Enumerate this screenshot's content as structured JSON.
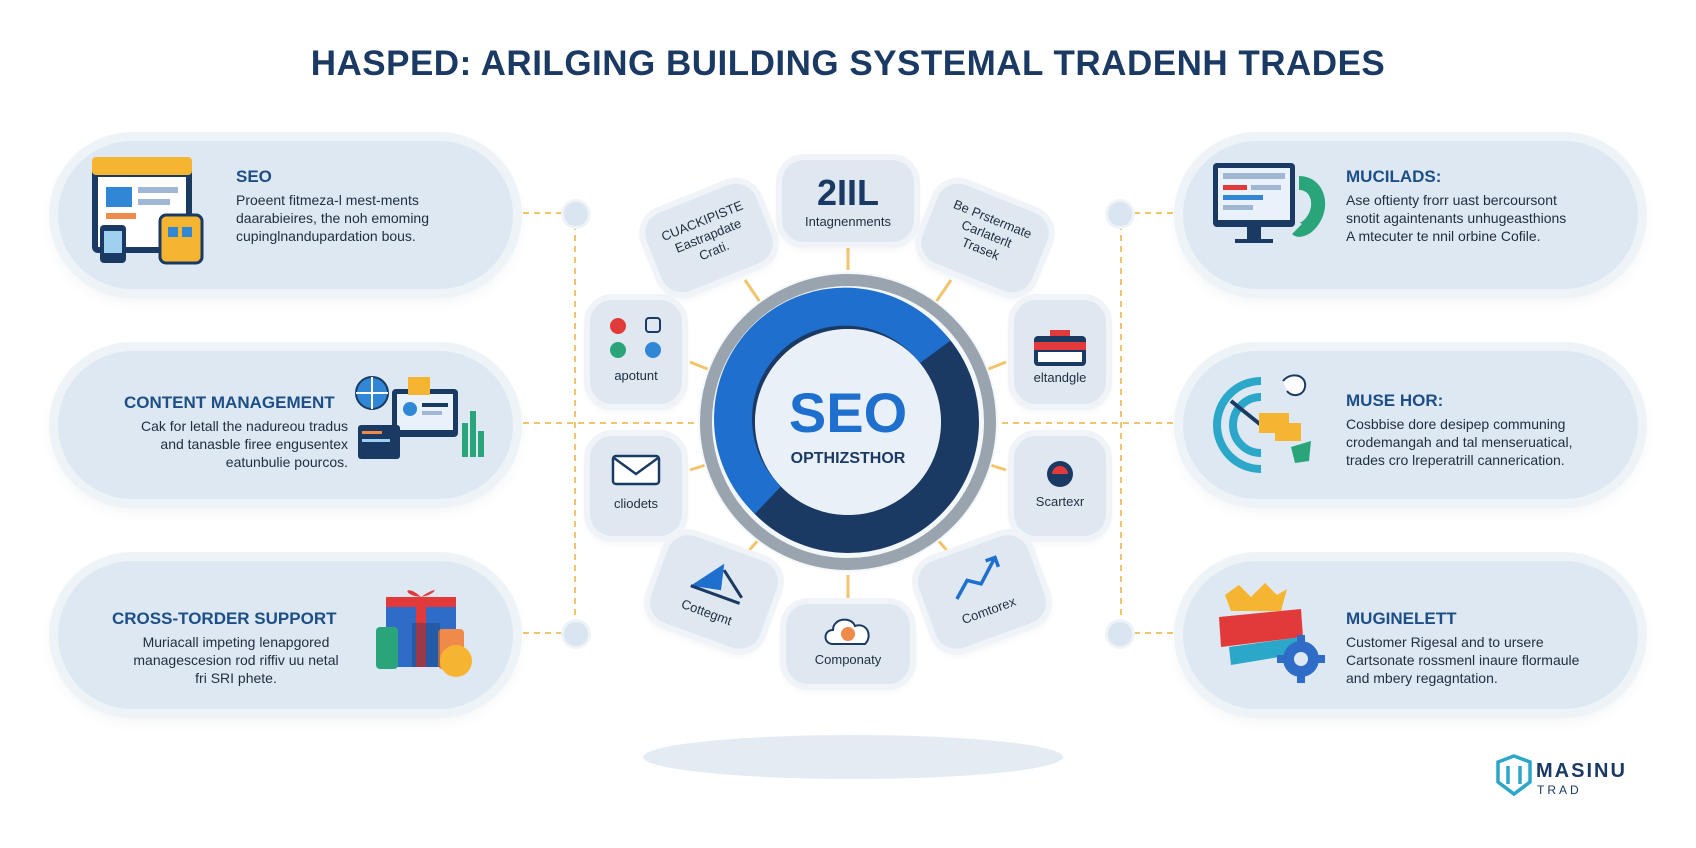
{
  "title": "HASPED: ARILGING BUILDING SYSTEMAL TRADENH TRADES",
  "left_cards": [
    {
      "title": "SEO",
      "text": "Proeent fitmeza-l mest-ments\ndaarabieires, the noh emoming\ncupinglnandupardation bous."
    },
    {
      "title": "CONTENT MANAGEMENT",
      "text": "Cak for letall the nadureou tradus\nand tanasble firee engusentex\neatunbulie pourcos."
    },
    {
      "title": "CROSS-TORDER SUPPORT",
      "text": "Muriacall impeting lenapgored\nmanagescesion rod riffiv uu netal\nfri SRI phete."
    }
  ],
  "right_cards": [
    {
      "title": "MUCILADS:",
      "text": "Ase oftienty frorr uast bercoursont\nsnotit againtenants unhugeasthions\nA mtecuter te nnil orbine Cofile."
    },
    {
      "title": "MUSE HOR:",
      "text": "Cosbbise dore desipep communing\ncrodemangah and tal menseruatical,\ntrades cro lreperatrill cannerication."
    },
    {
      "title": "MUGINELETT",
      "text": "Customer Rigesal and to ursere\nCartsonate rossmenl inaure flormaule\nand mbery regagntation."
    }
  ],
  "hub": {
    "title": "SEO",
    "subtitle": "OPTHIZSTHOR"
  },
  "petals": {
    "top_big": "2IIL",
    "top_sub": "Intagnenments",
    "top_left": "CUACKIPISTE\nEastrapdate\nCrati.",
    "top_right": "Be Prstermate\nCarlaterlt\nTrasek",
    "left_upper": "apotunt",
    "left_lower": "cliodets",
    "right_upper": "eltandgle",
    "right_lower": "Scartexr",
    "bottom_left": "Cottegmt",
    "bottom": "Componaty",
    "bottom_right": "Comtorex"
  },
  "logo": {
    "main": "MASINU",
    "sub": "TRAD"
  },
  "colors": {
    "title": "#1b3a63",
    "accent_blue": "#1f6fce",
    "navy": "#1b3a63",
    "connector": "#f2c46b",
    "card_bg": "#dde8f2"
  }
}
